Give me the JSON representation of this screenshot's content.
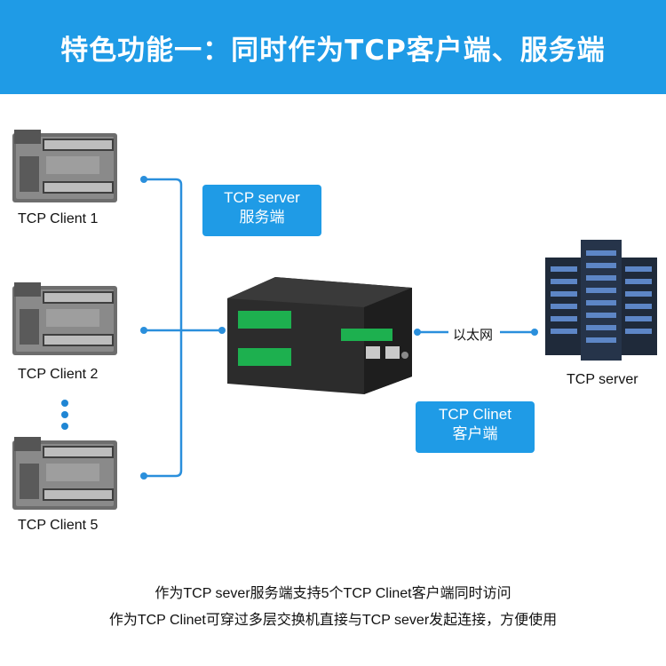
{
  "header": {
    "title": "特色功能一：同时作为TCP客户端、服务端"
  },
  "clients": [
    {
      "label": "TCP Client 1"
    },
    {
      "label": "TCP Client 2"
    },
    {
      "label": "TCP Client 5"
    }
  ],
  "server_role_box": {
    "line1": "TCP server",
    "line2": "服务端"
  },
  "client_role_box": {
    "line1": "TCP Clinet",
    "line2": "客户端"
  },
  "link_label": "以太网",
  "server": {
    "label": "TCP server"
  },
  "footer": {
    "line1": "作为TCP sever服务端支持5个TCP Clinet客户端同时访问",
    "line2": "作为TCP Clinet可穿过多层交换机直接与TCP sever发起连接，方便使用"
  },
  "colors": {
    "accent": "#1f9be6",
    "line": "#2a8fdc"
  }
}
